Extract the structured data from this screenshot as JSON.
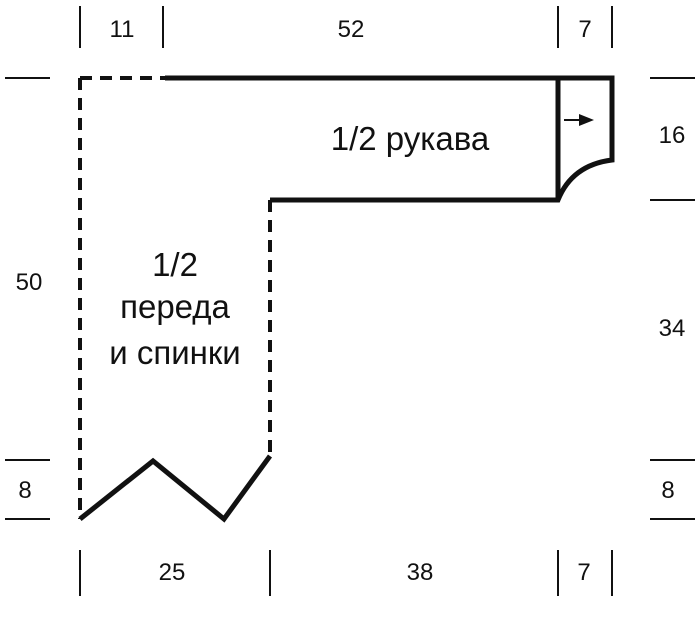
{
  "dimensions": {
    "top_left": "11",
    "top_middle": "52",
    "top_right": "7",
    "right_upper": "16",
    "right_middle": "34",
    "right_lower": "8",
    "left_middle": "50",
    "left_lower": "8",
    "bottom_left": "25",
    "bottom_middle": "38",
    "bottom_right": "7"
  },
  "labels": {
    "sleeve": "1/2 рукава",
    "body_line1": "1/2",
    "body_line2": "переда",
    "body_line3": "и спинки"
  },
  "colors": {
    "line": "#111111",
    "background": "#ffffff"
  },
  "icons": {
    "direction": "arrow-right-icon"
  }
}
